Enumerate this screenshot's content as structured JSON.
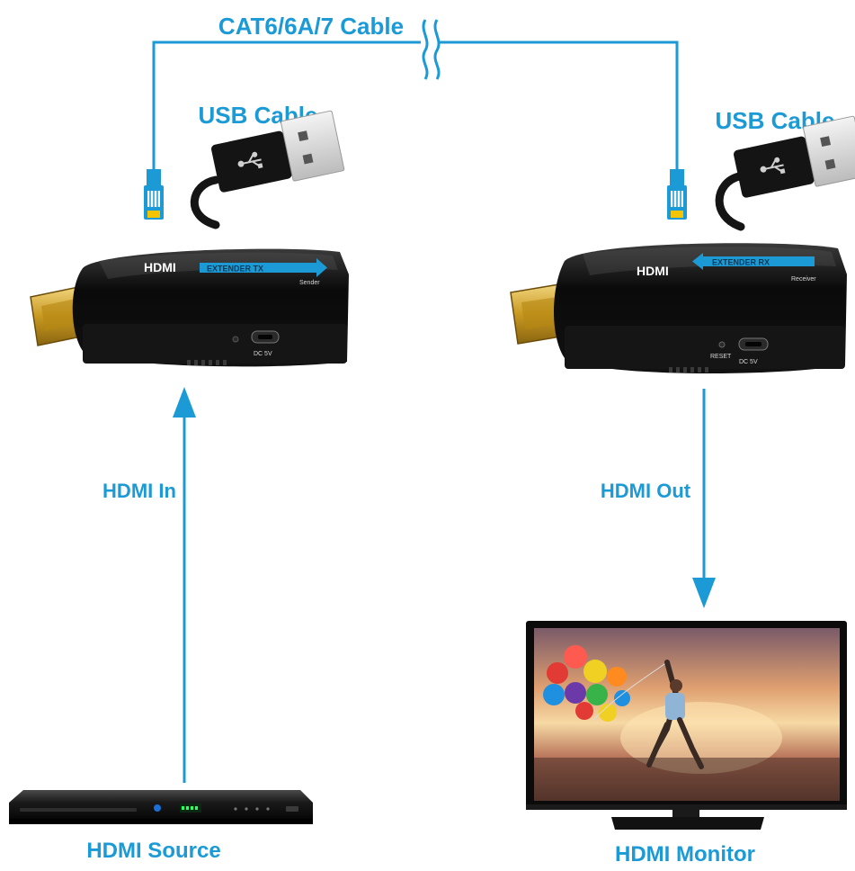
{
  "colors": {
    "accent": "#1b9ad6",
    "device_body": "#0d0d0d",
    "hdmi_gold": "#d4a829"
  },
  "labels": {
    "cat_cable": "CAT6/6A/7 Cable",
    "usb_cable_left": "USB Cable",
    "usb_cable_right": "USB Cable",
    "hdmi_in": "HDMI In",
    "hdmi_out": "HDMI Out",
    "hdmi_source": "HDMI Source",
    "hdmi_monitor": "HDMI Monitor"
  },
  "sender": {
    "brand": "HDMI",
    "band_text": "EXTENDER TX",
    "role": "Sender",
    "port_label": "DC 5V"
  },
  "receiver": {
    "brand": "HDMI",
    "band_text": "EXTENDER RX",
    "role": "Receiver",
    "reset_label": "RESET",
    "port_label": "DC 5V"
  },
  "icons": [
    "usb-icon",
    "rj45-connector-icon",
    "arrow-up-icon",
    "arrow-down-icon",
    "blu-ray-logo-icon"
  ]
}
